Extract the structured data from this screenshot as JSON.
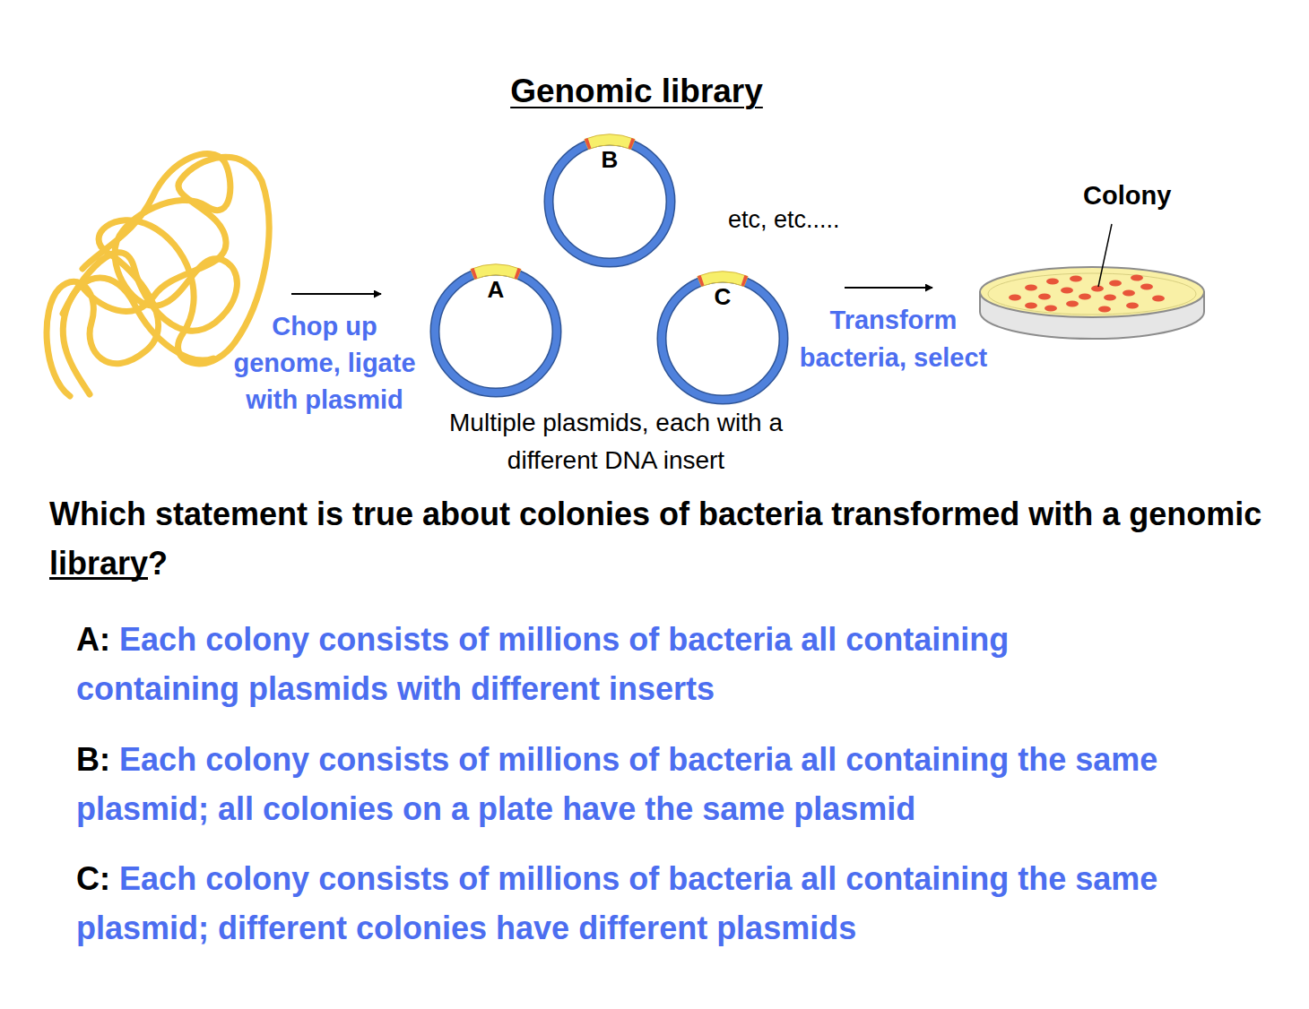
{
  "diagram": {
    "title": "Genomic library",
    "nodes": [
      {
        "text": [
          "B"
        ]
      },
      {
        "text": [
          "A"
        ]
      },
      {
        "text": [
          "C"
        ]
      }
    ],
    "labels": [
      "Chop up genome, ligate with plasmid",
      "Multiple plasmids, each with a different DNA insert",
      "etc, etc.....",
      "Colony",
      "Transform bacteria, select",
      "Which statement is true about colonies of bacteria transformed with a genomic library?",
      "A:",
      "Each colony consists of millions of bacteria all containing containing plasmids with different inserts",
      "B:",
      "Each colony consists of millions of bacteria all containing the same plasmid; all colonies on a plate have the same plasmid",
      "C:",
      "Each colony consists of millions of bacteria all containing the same plasmid; different colonies have different plasmids"
    ]
  }
}
